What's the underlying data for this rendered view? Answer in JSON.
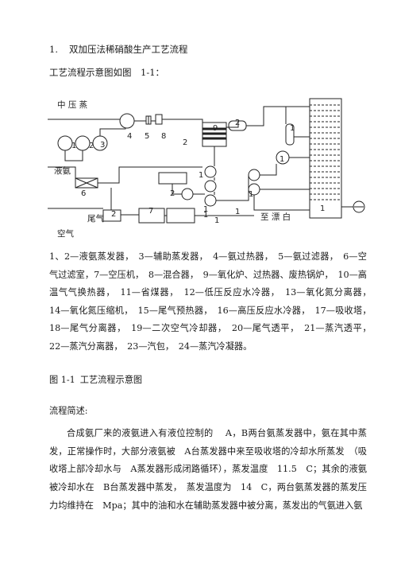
{
  "heading": {
    "number": "1.",
    "title": "双加压法稀硝酸生产工艺流程"
  },
  "intro": "工艺流程示意图如图　1-1：",
  "diagram": {
    "labels": {
      "steam": "中 压 蒸",
      "liquid_ammonia": "液氨",
      "tail_gas": "尾气",
      "air": "空气",
      "to_bleach": "至 漂 白"
    },
    "numbers": [
      "1",
      "2",
      "3",
      "4",
      "5",
      "8",
      "9",
      "2",
      "1",
      "2",
      "1",
      "1",
      "6",
      "2",
      "7",
      "2",
      "1",
      "1",
      "1",
      "1",
      "1",
      "1"
    ]
  },
  "legend": "1、2—液氨蒸发器，　3—辅助蒸发器，　4—氨过热器，　5—氨过滤器，　6—空气过滤室，7—空压机，　8—混合器，　9—氧化炉、过热器、废热锅炉，　10—高温气气换热器，　11—省煤器，　12—低压反应水冷器，　13—氧化氮分离器，　14—氧化氮压缩机，　15—尾气预热器，　16—高压反应水冷器，　17—吸收塔，　18—尾气分离器，　19—二次空气冷却器，　20—尾气透平，　21—蒸汽透平，　22—蒸汽分离器，　23—汽包，　24—蒸汽冷凝器。",
  "caption": {
    "label": "图 1-1",
    "text": "工艺流程示意图"
  },
  "subhead": "流程简述:",
  "body": "合成氨厂来的液氨进入有液位控制的　 A，B两台氨蒸发器中，氨在其中蒸发，正常操作时，大部分液氨被　A台蒸发器中来至吸收塔的冷却水所蒸发　（吸收塔上部冷却水与　A蒸发器形成闭路循环），蒸发温度　11.5　C；其余的液氨被冷却水在　B台蒸发器中蒸发，　蒸发温度为　14　C，两台氨蒸发器的蒸发压力均维持在　Mpa；其中的油和水在辅助蒸发器中被分离，蒸发出的气氨进入氨"
}
